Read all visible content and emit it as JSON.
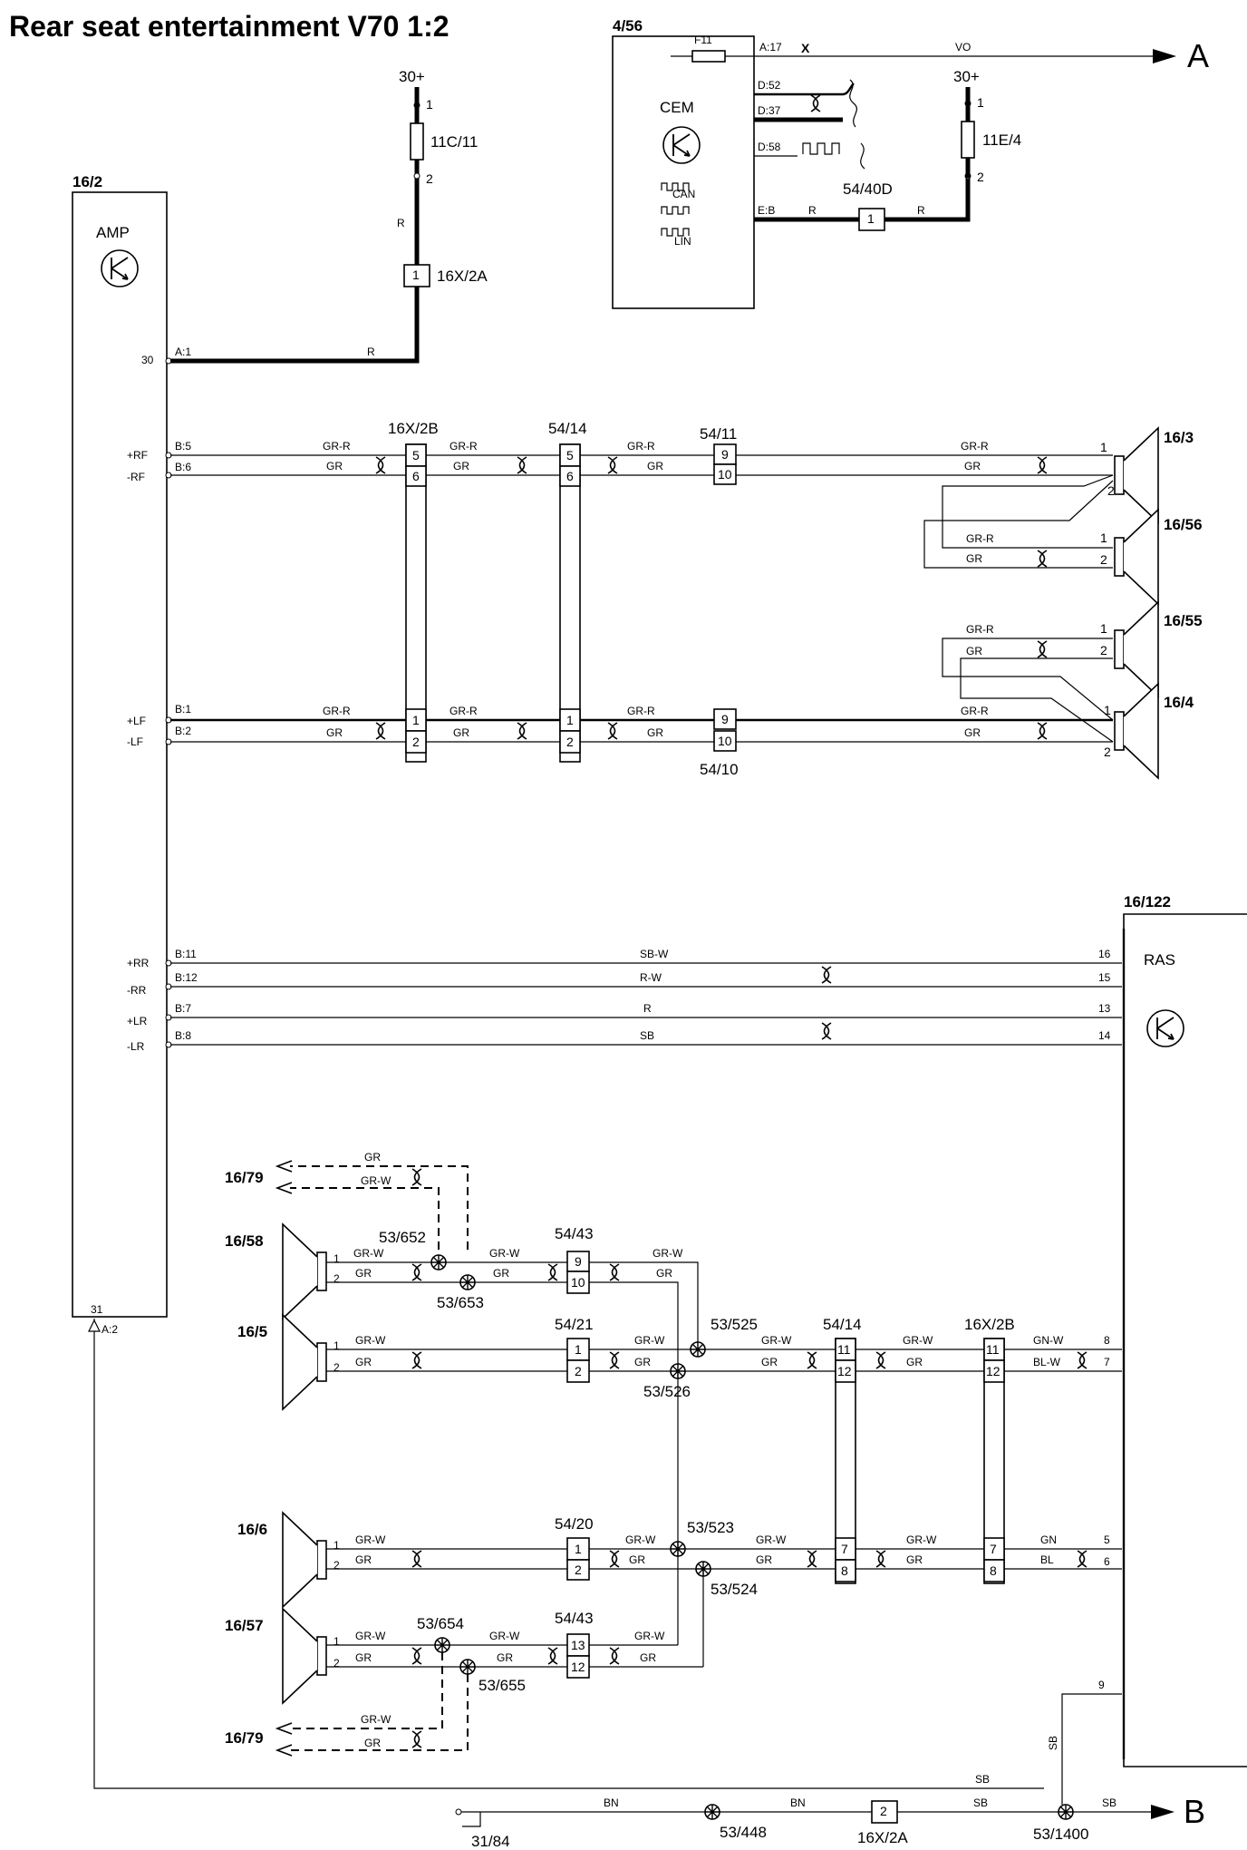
{
  "title": "Rear seat entertainment V70 1:2",
  "modules": {
    "amp": {
      "ref": "16/2",
      "name": "AMP"
    },
    "cem": {
      "ref": "4/56",
      "name": "CEM",
      "fuse": "F11",
      "can": "CAN",
      "lin": "LIN"
    },
    "ras": {
      "ref": "16/122",
      "name": "RAS"
    }
  },
  "supply": {
    "left": "30+",
    "right": "30+",
    "fuse_left": "11C/11",
    "fuse_right": "11E/4",
    "conn_16x2a": "16X/2A",
    "conn_5440d": "54/40D"
  },
  "arrows": {
    "a": "A",
    "b": "B"
  },
  "ground": "31/84",
  "pins": {
    "amp_30": "30",
    "amp_a1": "A:1",
    "amp_31": "31",
    "amp_a2": "A:2",
    "rf_p": "+RF",
    "rf_m": "-RF",
    "lf_p": "+LF",
    "lf_m": "-LF",
    "rr_p": "+RR",
    "rr_m": "-RR",
    "lr_p": "+LR",
    "lr_m": "-LR",
    "b5": "B:5",
    "b6": "B:6",
    "b1": "B:1",
    "b2": "B:2",
    "b11": "B:11",
    "b12": "B:12",
    "b7": "B:7",
    "b8": "B:8",
    "cem_a17": "A:17",
    "cem_x": "X",
    "cem_d52": "D:52",
    "cem_d37": "D:37",
    "cem_d58": "D:58",
    "cem_eb": "E:B"
  },
  "wires": {
    "vo": "VO",
    "r": "R",
    "grr": "GR-R",
    "gr": "GR",
    "grw": "GR-W",
    "sbw": "SB-W",
    "rw": "R-W",
    "sb": "SB",
    "gnw": "GN-W",
    "blw": "BL-W",
    "gn": "GN",
    "bl": "BL",
    "bn": "BN"
  },
  "connectors": {
    "c16x2b": "16X/2B",
    "c5414": "54/14",
    "c5411": "54/11",
    "c5410": "54/10",
    "c5443": "54/43",
    "c5421": "54/21",
    "c5420": "54/20",
    "c16x2a": "16X/2A"
  },
  "splices": {
    "s53652": "53/652",
    "s53653": "53/653",
    "s53525": "53/525",
    "s53526": "53/526",
    "s53523": "53/523",
    "s53524": "53/524",
    "s53654": "53/654",
    "s53655": "53/655",
    "s53448": "53/448",
    "s531400": "53/1400"
  },
  "speakers": {
    "sp163": "16/3",
    "sp1656": "16/56",
    "sp1655": "16/55",
    "sp164": "16/4",
    "sp1679a": "16/79",
    "sp1658": "16/58",
    "sp165": "16/5",
    "sp166": "16/6",
    "sp1657": "16/57",
    "sp1679b": "16/79"
  },
  "num": {
    "n1": "1",
    "n2": "2",
    "n5": "5",
    "n6": "6",
    "n7": "7",
    "n8": "8",
    "n9": "9",
    "n10": "10",
    "n11": "11",
    "n12": "12",
    "n13": "13",
    "n14": "14",
    "n15": "15",
    "n16": "16"
  }
}
